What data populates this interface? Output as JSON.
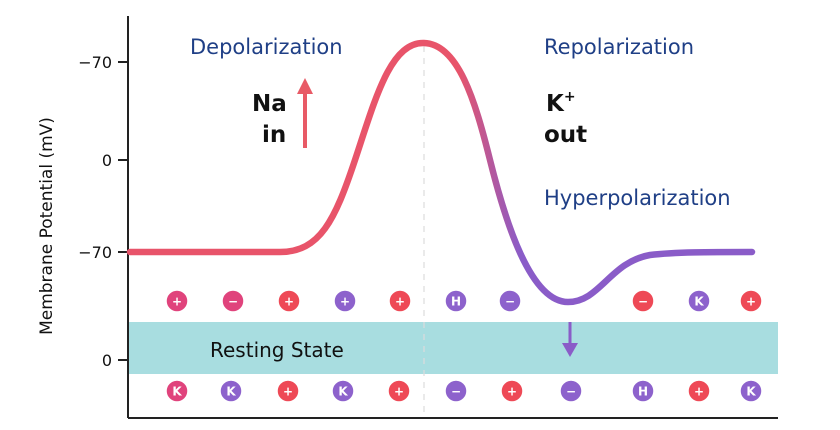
{
  "colors": {
    "depol_curve": "#e8546a",
    "repol_curve": "#8a5cc8",
    "phase_text": "#1f3f86",
    "arrow_up": "#e85a66",
    "arrow_down": "#8a5cc8",
    "resting_band": "#a8dde0",
    "ion_pink": "#e0437c",
    "ion_red": "#ee4956",
    "ion_purple": "#8d62cc"
  },
  "axis": {
    "ylabel": "Membrane Potential (mV)",
    "ticks": [
      "−70",
      "0",
      "−70",
      "0"
    ]
  },
  "phases": {
    "depolarization": "Depolarization",
    "repolarization": "Repolarization",
    "hyperpolarization": "Hyperpolarization"
  },
  "na_label": {
    "line1": "Na",
    "line2": "in"
  },
  "k_label": {
    "base": "K",
    "sup": "+",
    "line2": "out"
  },
  "resting": {
    "label": "Resting State"
  },
  "ions_top": [
    {
      "symbol": "+",
      "color": "pink"
    },
    {
      "symbol": "−",
      "color": "pink"
    },
    {
      "symbol": "+",
      "color": "red"
    },
    {
      "symbol": "+",
      "color": "purple"
    },
    {
      "symbol": "+",
      "color": "red"
    },
    {
      "symbol": "H",
      "color": "purple"
    },
    {
      "symbol": "−",
      "color": "purple"
    },
    {
      "symbol": "−",
      "color": "red"
    },
    {
      "symbol": "K",
      "color": "purple"
    },
    {
      "symbol": "+",
      "color": "red"
    }
  ],
  "ions_bottom": [
    {
      "symbol": "K",
      "color": "pink"
    },
    {
      "symbol": "K",
      "color": "purple"
    },
    {
      "symbol": "+",
      "color": "red"
    },
    {
      "symbol": "K",
      "color": "purple"
    },
    {
      "symbol": "+",
      "color": "red"
    },
    {
      "symbol": "−",
      "color": "purple"
    },
    {
      "symbol": "+",
      "color": "red"
    },
    {
      "symbol": "−",
      "color": "purple"
    },
    {
      "symbol": "H",
      "color": "purple"
    },
    {
      "symbol": "+",
      "color": "red"
    },
    {
      "symbol": "K",
      "color": "purple"
    }
  ]
}
